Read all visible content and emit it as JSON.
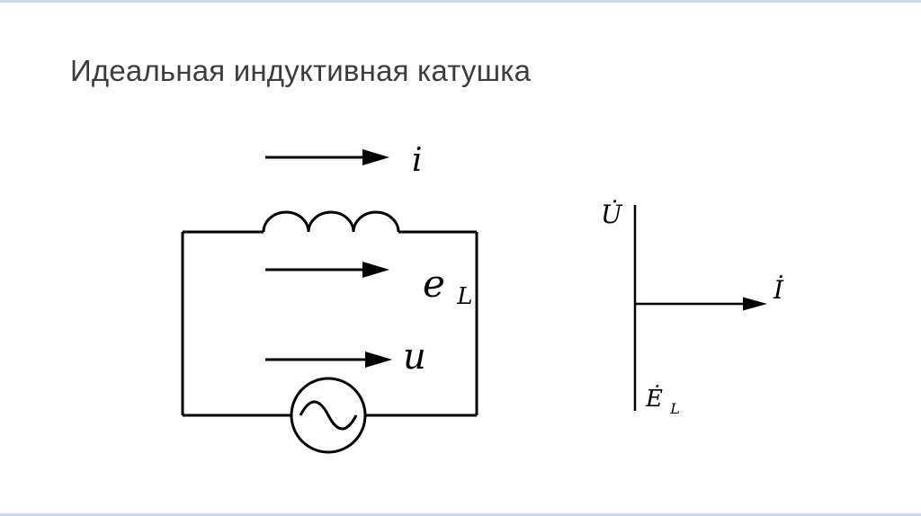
{
  "slide": {
    "title": "Идеальная индуктивная катушка"
  },
  "circuit": {
    "current_label": "i",
    "emf_label_main": "e",
    "emf_label_sub": "L",
    "voltage_label": "u"
  },
  "phasor": {
    "voltage_label": "U̇",
    "current_label": "İ",
    "emf_label_main": "Ė",
    "emf_label_sub": "L"
  },
  "colors": {
    "ink": "#000000",
    "title_text": "#3d3d3d",
    "edge_accent": "#c9daea",
    "background": "#ffffff"
  }
}
